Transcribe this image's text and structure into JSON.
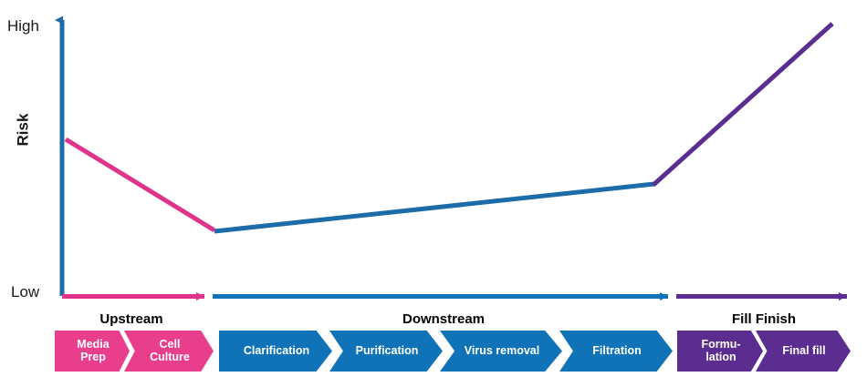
{
  "chart_data": {
    "type": "line",
    "title": "",
    "xlabel": "",
    "ylabel": "Risk",
    "ylim": [
      0,
      1
    ],
    "ytick_labels": [
      "Low",
      "High"
    ],
    "grid": false,
    "legend": "none",
    "axis_arrows": true,
    "series": [
      {
        "name": "Upstream risk",
        "color": "#e0338a",
        "x": [
          0.0,
          0.193
        ],
        "y": [
          0.553,
          0.232
        ],
        "description": "Risk declines from moderate-high through upstream processing"
      },
      {
        "name": "Downstream risk",
        "color": "#1b6ca8",
        "x": [
          0.193,
          0.748
        ],
        "y": [
          0.232,
          0.396
        ],
        "description": "Risk rises slowly and steadily across downstream unit operations"
      },
      {
        "name": "Fill Finish risk",
        "color": "#5b2d90",
        "x": [
          0.748,
          0.973
        ],
        "y": [
          0.396,
          0.962
        ],
        "description": "Risk climbs sharply during fill finish"
      }
    ],
    "x_axis_segments": [
      {
        "name": "Upstream",
        "color": "#e0338a",
        "from": 0.0,
        "to": 0.193
      },
      {
        "name": "Downstream",
        "color": "#1073b8",
        "from": 0.193,
        "to": 0.748
      },
      {
        "name": "Fill Finish",
        "color": "#5b2d90",
        "from": 0.748,
        "to": 1.0
      }
    ]
  },
  "axis": {
    "y_top_label": "High",
    "y_bottom_label": "Low",
    "y_title": "Risk"
  },
  "stages": [
    {
      "heading": "Upstream",
      "color": "#e83e8c",
      "steps": [
        {
          "label": "Media\nPrep",
          "name": "media-prep"
        },
        {
          "label": "Cell\nCulture",
          "name": "cell-culture"
        }
      ]
    },
    {
      "heading": "Downstream",
      "color": "#1073b8",
      "steps": [
        {
          "label": "Clarification",
          "name": "clarification"
        },
        {
          "label": "Purification",
          "name": "purification"
        },
        {
          "label": "Virus removal",
          "name": "virus-removal"
        },
        {
          "label": "Filtration",
          "name": "filtration"
        }
      ]
    },
    {
      "heading": "Fill Finish",
      "color": "#5b2d90",
      "steps": [
        {
          "label": "Formu-\nlation",
          "name": "formulation"
        },
        {
          "label": "Final fill",
          "name": "final-fill"
        }
      ]
    }
  ],
  "colors": {
    "pink": "#e83e8c",
    "pink_line": "#e0338a",
    "blue": "#1073b8",
    "blue_line": "#1b6ca8",
    "purple": "#5b2d90",
    "text": "#1a1a1a"
  }
}
